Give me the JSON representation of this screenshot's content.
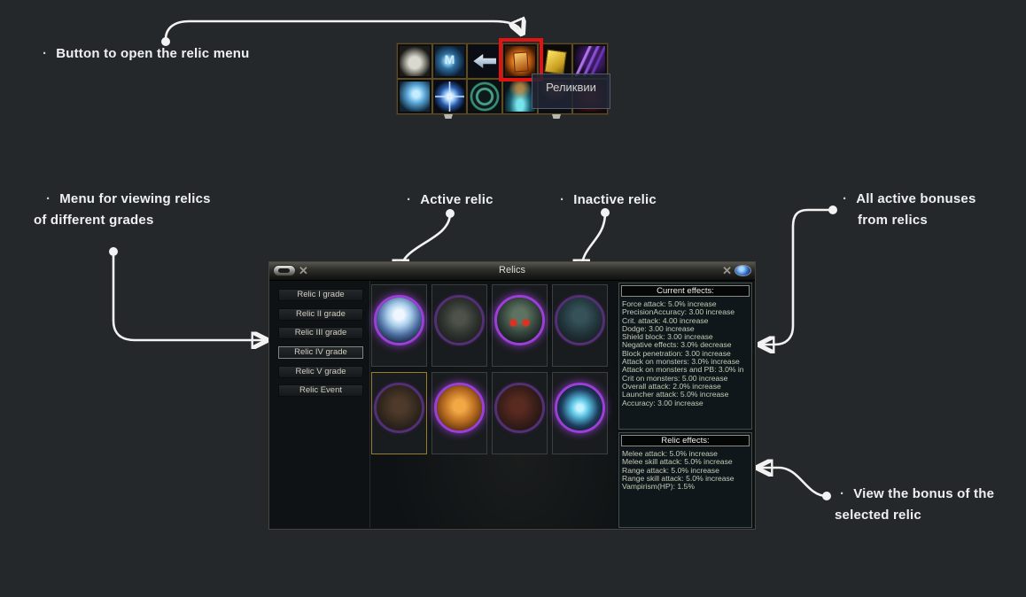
{
  "bullet": "·",
  "annotations": {
    "open_button": "Button to open the relic menu",
    "menu_line1": "Menu for viewing relics",
    "menu_line2": "of different grades",
    "active_relic": "Active relic",
    "inactive_relic": "Inactive relic",
    "bonuses_line1": "All active bonuses",
    "bonuses_line2": "from relics",
    "selected_line1": "View the bonus of the",
    "selected_line2": "selected relic"
  },
  "toolbar": {
    "tooltip": "Реликвии",
    "icons": [
      {
        "name": "scroll-icon"
      },
      {
        "name": "messenger-icon"
      },
      {
        "name": "back-arrow-icon"
      },
      {
        "name": "relic-icon"
      },
      {
        "name": "pa-card-icon"
      },
      {
        "name": "shards-icon"
      },
      {
        "name": "brain-icon"
      },
      {
        "name": "star-icon"
      },
      {
        "name": "emblem-icon"
      },
      {
        "name": "fountain-icon"
      },
      {
        "name": "hidden-icon"
      },
      {
        "name": "banner-icon"
      }
    ]
  },
  "window": {
    "title": "Relics",
    "sidebar": {
      "items": [
        {
          "label": "Relic I grade",
          "selected": false
        },
        {
          "label": "Relic II grade",
          "selected": false
        },
        {
          "label": "Relic III grade",
          "selected": false
        },
        {
          "label": "Relic IV grade",
          "selected": true
        },
        {
          "label": "Relic V grade",
          "selected": false
        },
        {
          "label": "Relic Event",
          "selected": false
        }
      ]
    },
    "relics": [
      {
        "name": "frost-spirit-relic",
        "state": "active"
      },
      {
        "name": "ogre-relic",
        "state": "inactive"
      },
      {
        "name": "hooded-stalker-relic",
        "state": "active"
      },
      {
        "name": "sea-witch-relic",
        "state": "inactive"
      },
      {
        "name": "insectoid-relic",
        "state": "selected-inactive"
      },
      {
        "name": "iron-gunner-relic",
        "state": "active"
      },
      {
        "name": "red-dragon-relic",
        "state": "inactive"
      },
      {
        "name": "frost-gate-relic",
        "state": "active"
      }
    ],
    "current_effects": {
      "title": "Current effects:",
      "lines": [
        "Force attack: 5.0% increase",
        "PrecisionAccuracy: 3.00 increase",
        "Crit. attack: 4.00 increase",
        "Dodge: 3.00 increase",
        "Shield block: 3.00 increase",
        "Negative effects: 3.0% decrease",
        "Block penetration: 3.00 increase",
        "Attack on monsters: 3.0% increase",
        "Attack on monsters and PB: 3.0% in",
        "Crit on monsters: 5.00 increase",
        "Overall attack: 2.0% increase",
        "Launcher attack: 5.0% increase",
        "Accuracy: 3.00 increase"
      ]
    },
    "relic_effects": {
      "title": "Relic effects:",
      "lines": [
        "Melee attack: 5.0% increase",
        "Melee skill attack: 5.0% increase",
        "Range attack: 5.0% increase",
        "Range skill attack: 5.0% increase",
        "Vampirism(HP): 1.5%"
      ]
    }
  },
  "colors": {
    "highlight_red": "#e01212",
    "ring_active": "#9b3fd6",
    "ring_inactive": "#532f73",
    "selected_gold": "#9a7c2c",
    "page_bg": "#25282b"
  }
}
